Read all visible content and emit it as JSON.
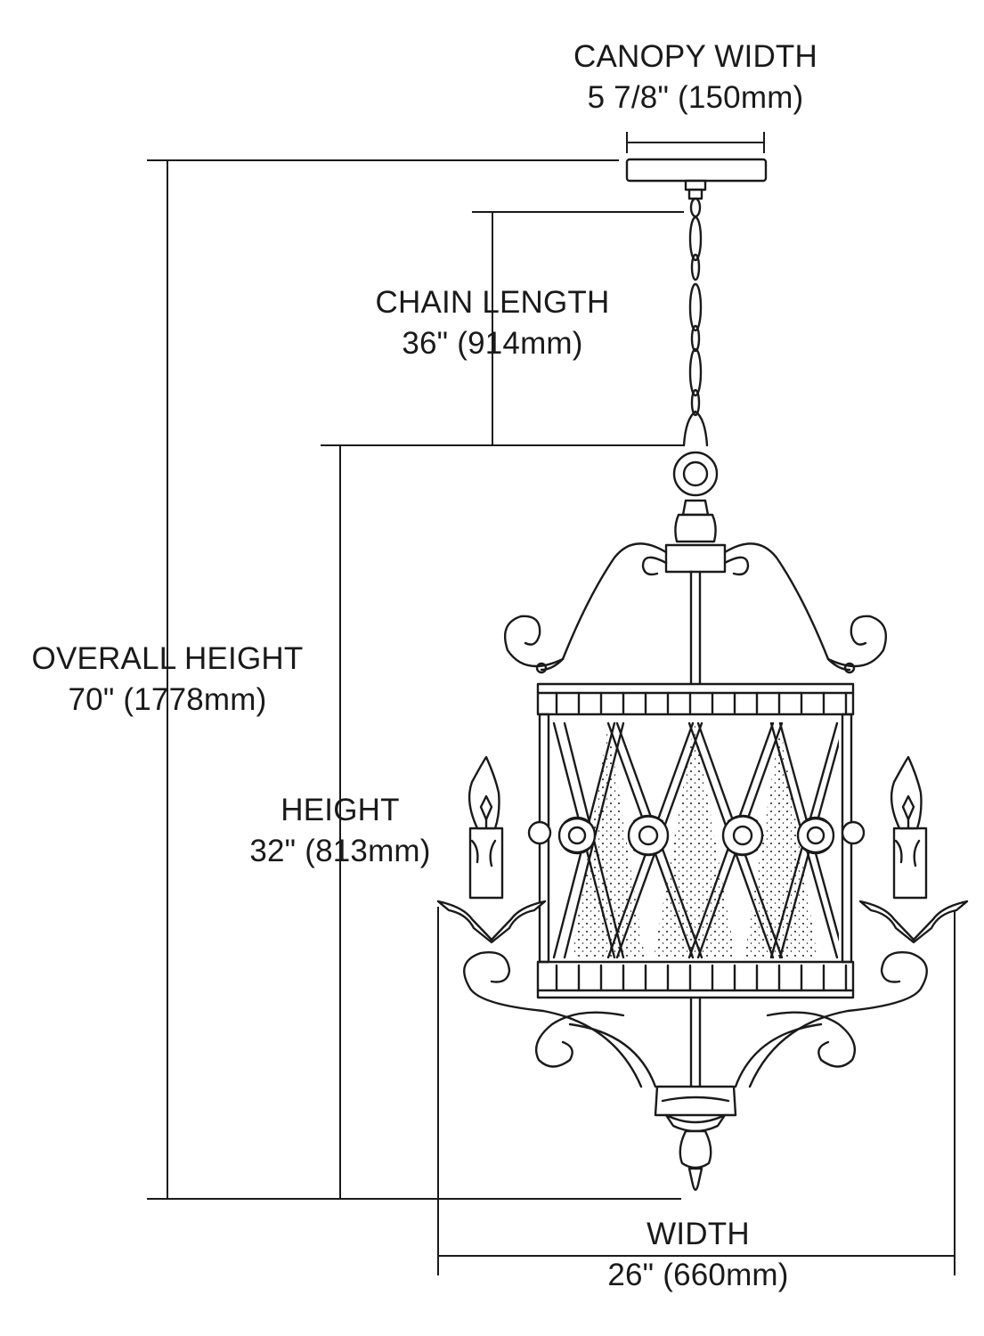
{
  "dimensions": {
    "canopy_width": {
      "label": "CANOPY WIDTH",
      "value": "5 7/8\" (150mm)"
    },
    "chain_length": {
      "label": "CHAIN LENGTH",
      "value": "36\" (914mm)"
    },
    "overall_height": {
      "label": "OVERALL HEIGHT",
      "value": "70\" (1778mm)"
    },
    "height": {
      "label": "HEIGHT",
      "value": "32\" (813mm)"
    },
    "width": {
      "label": "WIDTH",
      "value": "26\" (660mm)"
    }
  },
  "colors": {
    "ink": "#1a1a1a",
    "background": "#ffffff"
  }
}
